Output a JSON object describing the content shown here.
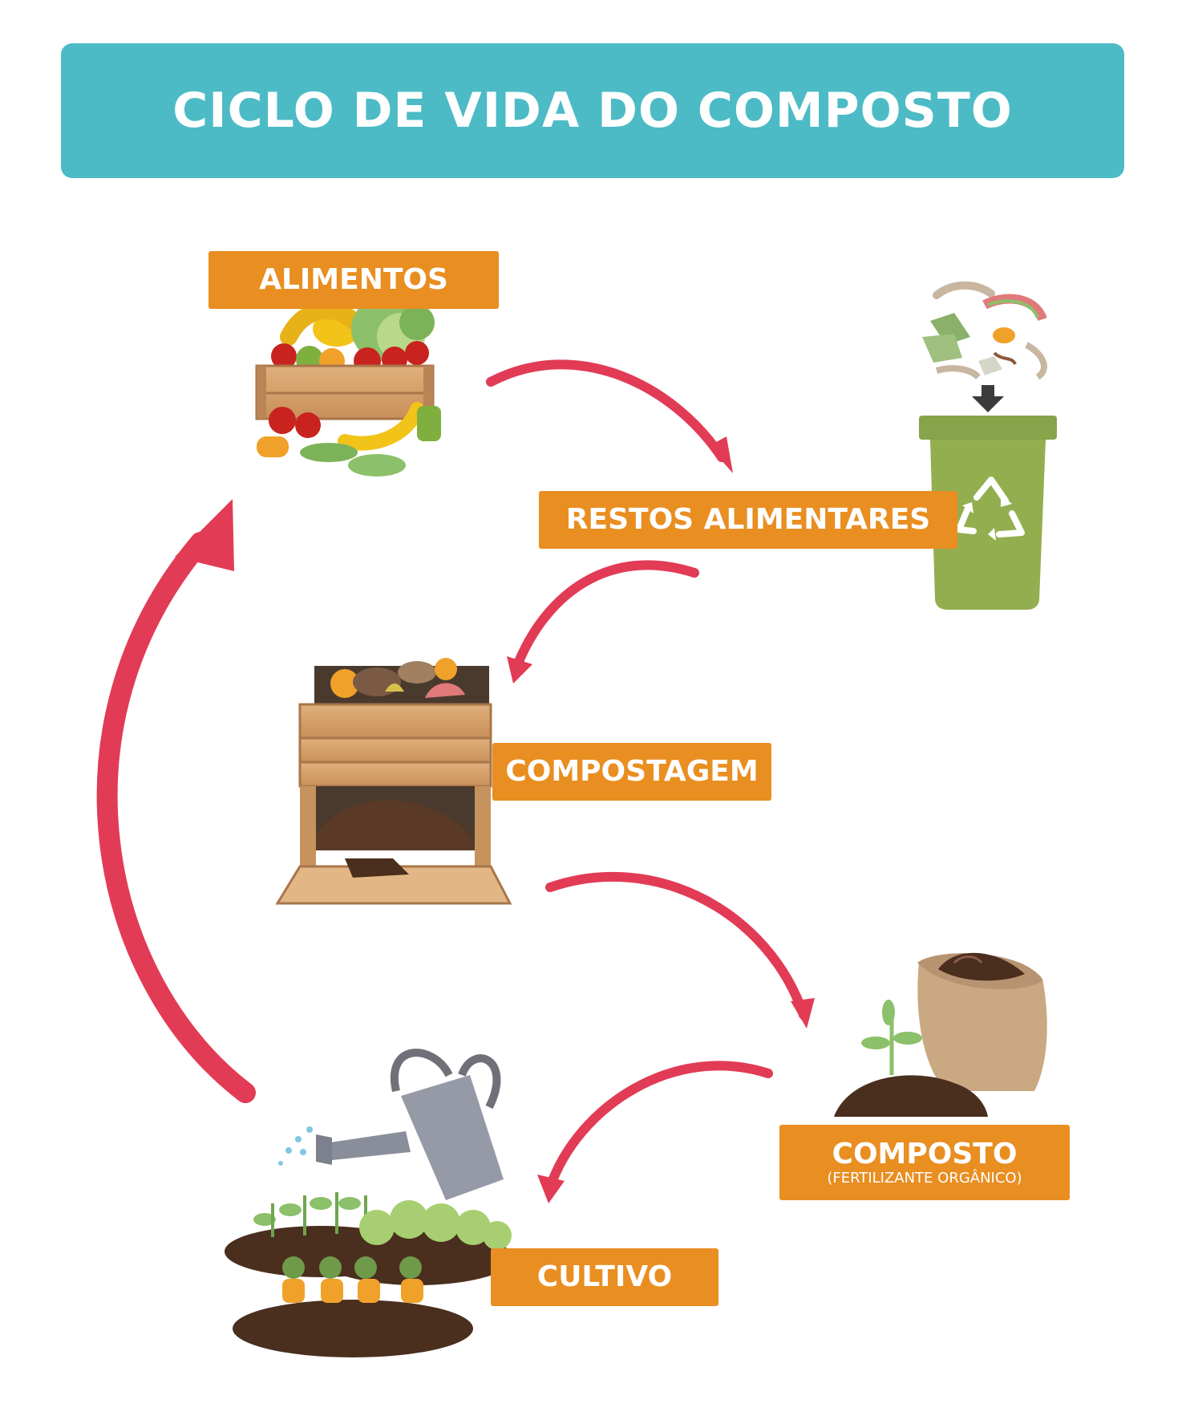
{
  "title": "CICLO DE VIDA DO COMPOSTO",
  "colors": {
    "banner": "#4cbbc6",
    "label": "#e98e21",
    "arrow": "#e23b56",
    "bin": "#93ae4f",
    "wood": "#d8a874",
    "soil": "#4a2e1e"
  },
  "stages": {
    "alimentos": {
      "label": "ALIMENTOS",
      "icon": "fruit-crate-icon"
    },
    "restos": {
      "label": "RESTOS ALIMENTARES",
      "icon": "recycling-bin-icon"
    },
    "compostagem": {
      "label": "COMPOSTAGEM",
      "icon": "compost-box-icon"
    },
    "composto": {
      "label": "COMPOSTO",
      "sublabel": "(FERTILIZANTE ORGÂNICO)",
      "icon": "compost-sack-icon"
    },
    "cultivo": {
      "label": "CULTIVO",
      "icon": "watering-can-garden-icon"
    }
  }
}
